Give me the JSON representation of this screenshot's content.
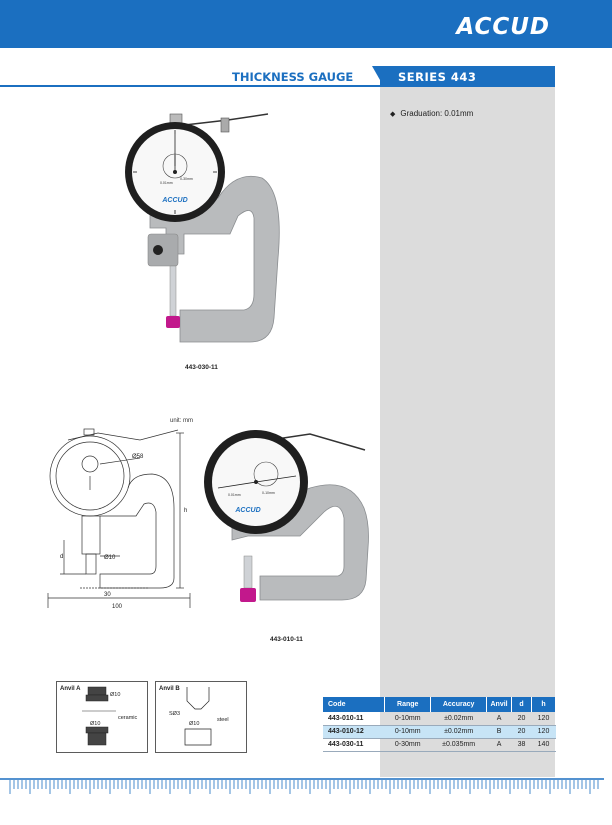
{
  "brand": {
    "logo_text": "ACCUD"
  },
  "header": {
    "title": "THICKNESS GAUGE",
    "series": "SERIES 443"
  },
  "specs": [
    {
      "text": "Graduation: 0.01mm"
    }
  ],
  "figures": {
    "photo_top_caption": "443-030-11",
    "photo_bottom_caption": "443-010-11",
    "drawing": {
      "unit": "unit: mm",
      "dim_dial": "Ø58",
      "dim_spindle": "Ø10",
      "dim_d": "d",
      "dim_h": "h",
      "dim_30": "30",
      "dim_100": "100"
    },
    "dial_top": {
      "brand": "ACCUD",
      "unit": "0.01mm",
      "range": "0-30mm"
    },
    "dial_bottom": {
      "brand": "ACCUD",
      "unit": "0.01mm",
      "range": "0-10mm"
    },
    "anvil_a": {
      "title": "Anvil A",
      "dim_top": "Ø10",
      "dim_bottom": "Ø10",
      "material": "ceramic"
    },
    "anvil_b": {
      "title": "Anvil B",
      "dim_sr": "SØ3",
      "dim_bottom": "Ø10",
      "material": "steel"
    }
  },
  "table": {
    "columns": [
      "Code",
      "Range",
      "Accuracy",
      "Anvil",
      "d",
      "h"
    ],
    "rows": [
      [
        "443-010-11",
        "0-10mm",
        "±0.02mm",
        "A",
        "20",
        "120"
      ],
      [
        "443-010-12",
        "0-10mm",
        "±0.02mm",
        "B",
        "20",
        "120"
      ],
      [
        "443-030-11",
        "0-30mm",
        "±0.035mm",
        "A",
        "38",
        "140"
      ]
    ],
    "highlight_row": 1
  },
  "colors": {
    "brand_blue": "#1b6fc0",
    "panel_gray": "#dcdcdc",
    "row_highlight": "#c7e4f6",
    "anvil_magenta": "#c2188c"
  }
}
